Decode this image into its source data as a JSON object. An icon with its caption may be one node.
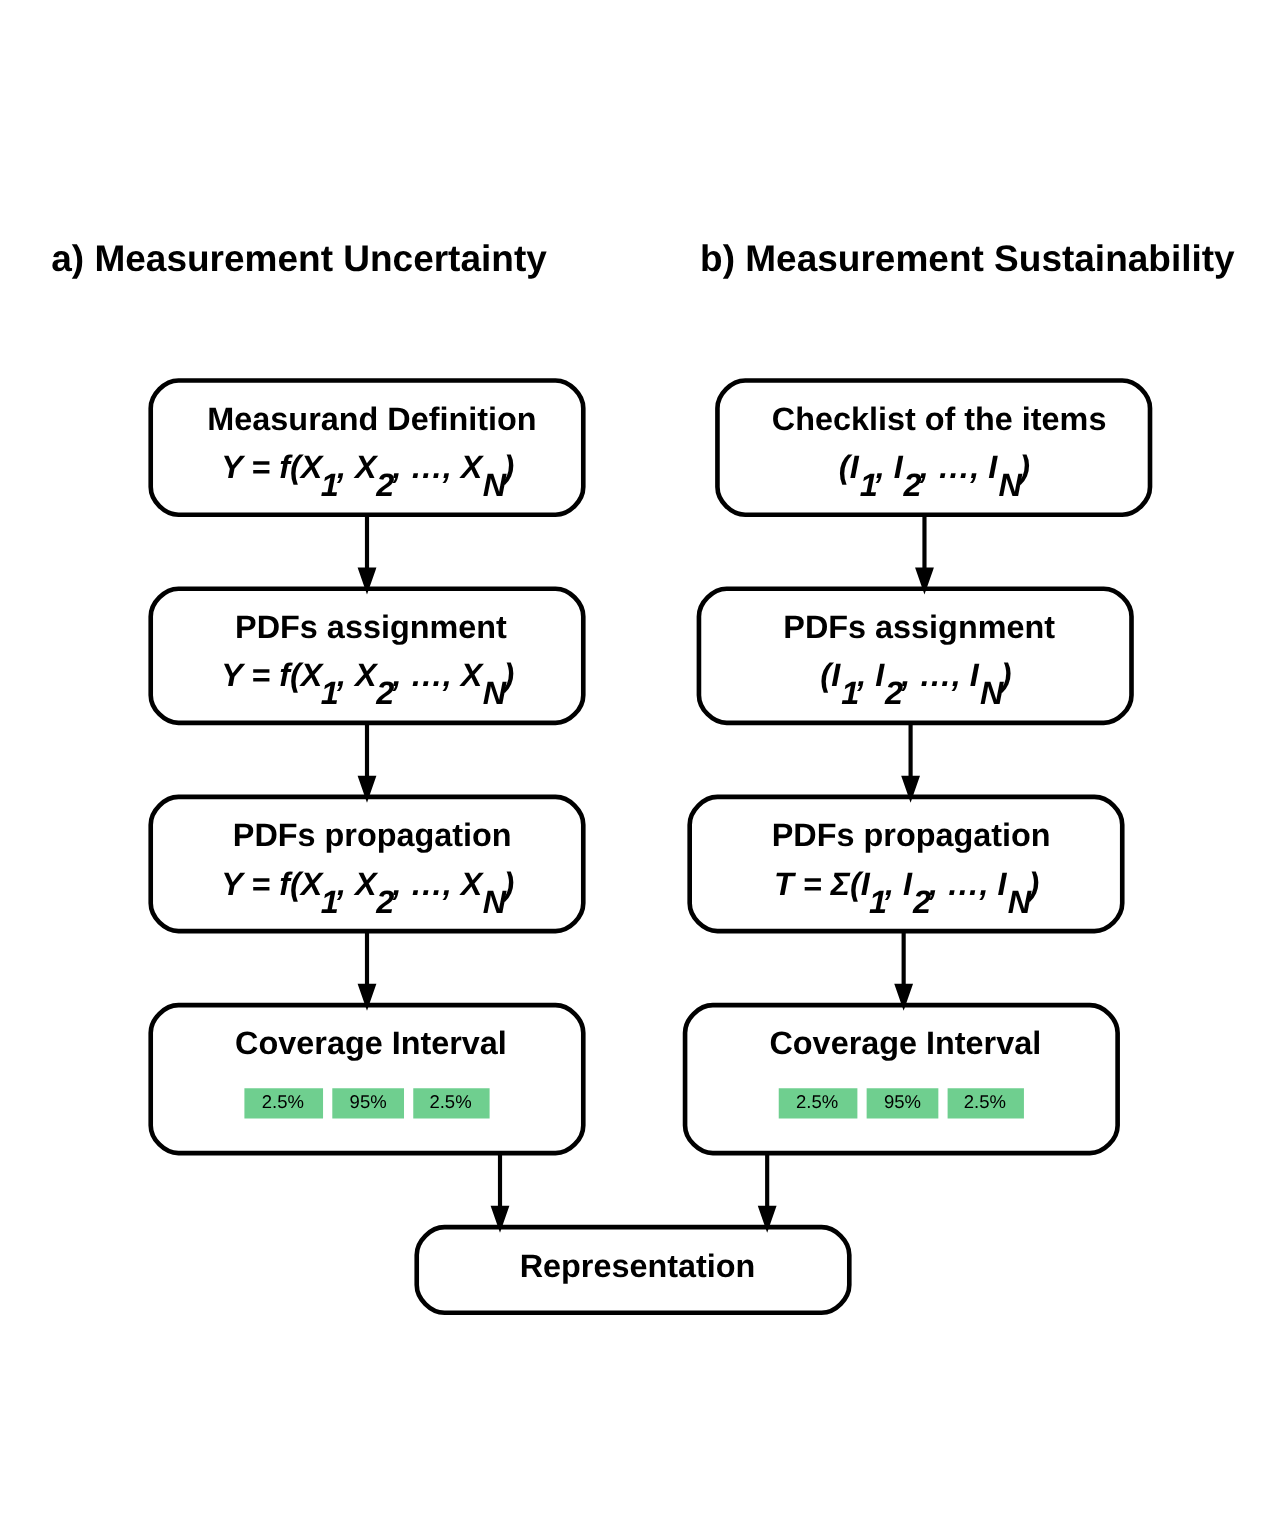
{
  "diagram": {
    "nodes": [
      {
        "text": [
          "Measurand Definition",
          "Y = f(X$_{1}$, X$_{2}$, …, X$_{N}$)"
        ]
      },
      {
        "text": [
          "PDFs assignment",
          "Y = f(X$_{1}$, X$_{2}$, …, X$_{N}$)"
        ]
      },
      {
        "text": [
          "PDFs propagation",
          "Y = f(X$_{1}$, X$_{2}$, …, X$_{N}$)"
        ]
      },
      {
        "text": [
          "Coverage Interval",
          "2.5%",
          "95%",
          "2.5%"
        ]
      },
      {
        "text": [
          "Checklist of the items",
          "(I$_{1}$, I$_{2}$, …, I$_{N}$)"
        ]
      },
      {
        "text": [
          "PDFs assignment",
          "(I$_{1}$, I$_{2}$, …, I$_{N}$)"
        ]
      },
      {
        "text": [
          "PDFs propagation",
          "T = Σ(I$_{1}$, I$_{2}$, …, I$_{N}$)"
        ]
      },
      {
        "text": [
          "Coverage Interval",
          "2.5%",
          "95%",
          "2.5%"
        ]
      },
      {
        "text": [
          "Representation"
        ]
      }
    ],
    "edges": [
      {
        "from": 0,
        "to": 1,
        "arrow": "to"
      },
      {
        "from": 1,
        "to": 2,
        "arrow": "to"
      },
      {
        "from": 2,
        "to": 3,
        "arrow": "to"
      },
      {
        "from": 4,
        "to": 5,
        "arrow": "to"
      },
      {
        "from": 5,
        "to": 6,
        "arrow": "to"
      },
      {
        "from": 6,
        "to": 7,
        "arrow": "to"
      },
      {
        "from": 3,
        "to": 8,
        "arrow": "to"
      },
      {
        "from": 7,
        "to": 8,
        "arrow": "to"
      }
    ],
    "labels": [
      "a) Measurement Uncertainty",
      "b) Measurement Sustainability"
    ]
  }
}
